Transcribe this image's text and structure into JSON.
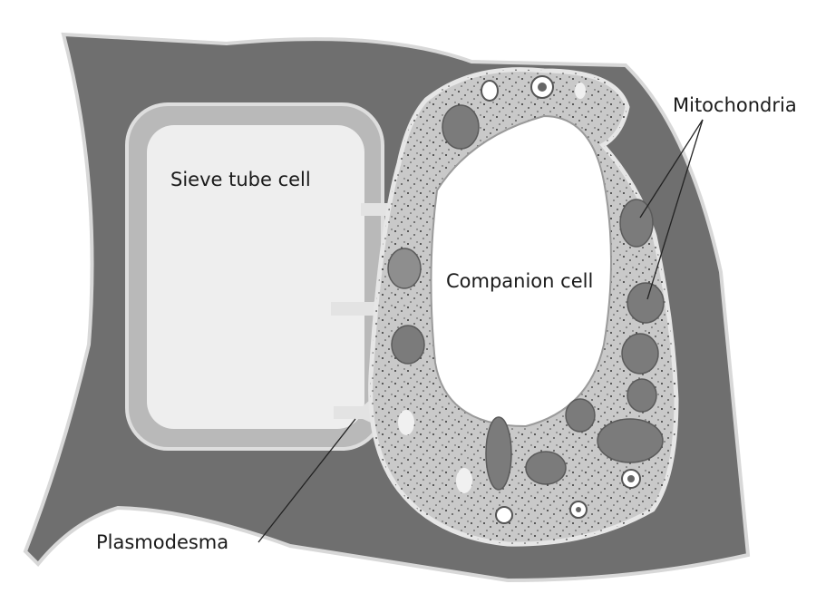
{
  "labels": {
    "sieve_tube_cell": "Sieve tube cell",
    "companion_cell": "Companion cell",
    "mitochondria": "Mitochondria",
    "plasmodesma": "Plasmodesma"
  },
  "colors": {
    "cell_wall": "#6f6f6f",
    "cytoplasm": "#c9c9c9",
    "sieve_tube_interior": "#eeeeee",
    "mitochondria": "#7b7b7b",
    "vacuole": "#ffffff"
  }
}
